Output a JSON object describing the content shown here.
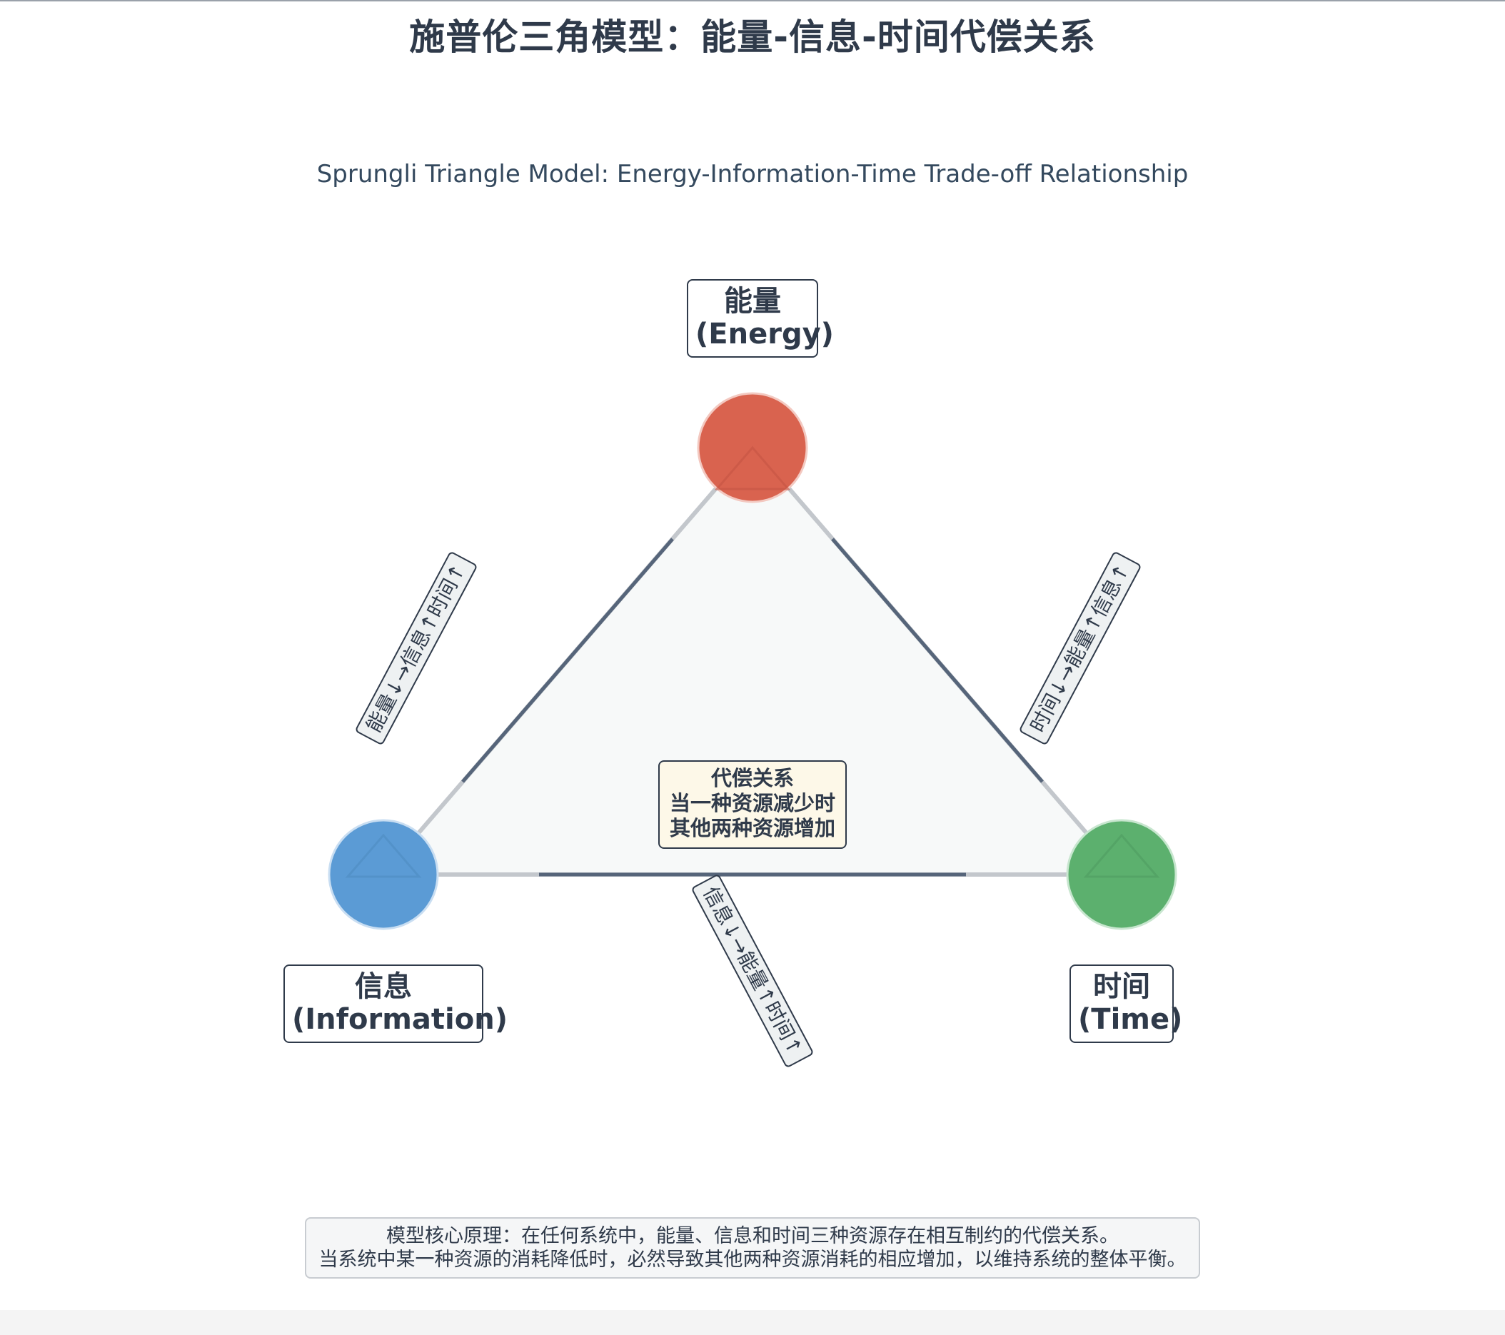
{
  "title": "施普伦三角模型：能量-信息-时间代偿关系",
  "subtitle": "Sprungli Triangle Model: Energy-Information-Time Trade-off Relationship",
  "nodes": {
    "energy": {
      "zh": "能量",
      "en": "(Energy)",
      "color": "#d9634f"
    },
    "information": {
      "zh": "信息",
      "en": "(Information)",
      "color": "#5b9bd5"
    },
    "time": {
      "zh": "时间",
      "en": "(Time)",
      "color": "#5cb06e"
    }
  },
  "center": {
    "line1": "代偿关系",
    "line2": "当一种资源减少时",
    "line3": "其他两种资源增加"
  },
  "edges": {
    "left": "能量↓→信息↑时间↑",
    "right": "时间↓→能量↑信息↑",
    "bottom": "信息↓→能量↑时间↑"
  },
  "footer": {
    "line1": "模型核心原理：在任何系统中，能量、信息和时间三种资源存在相互制约的代偿关系。",
    "line2": "当系统中某一种资源的消耗降低时，必然导致其他两种资源消耗的相应增加，以维持系统的整体平衡。"
  }
}
